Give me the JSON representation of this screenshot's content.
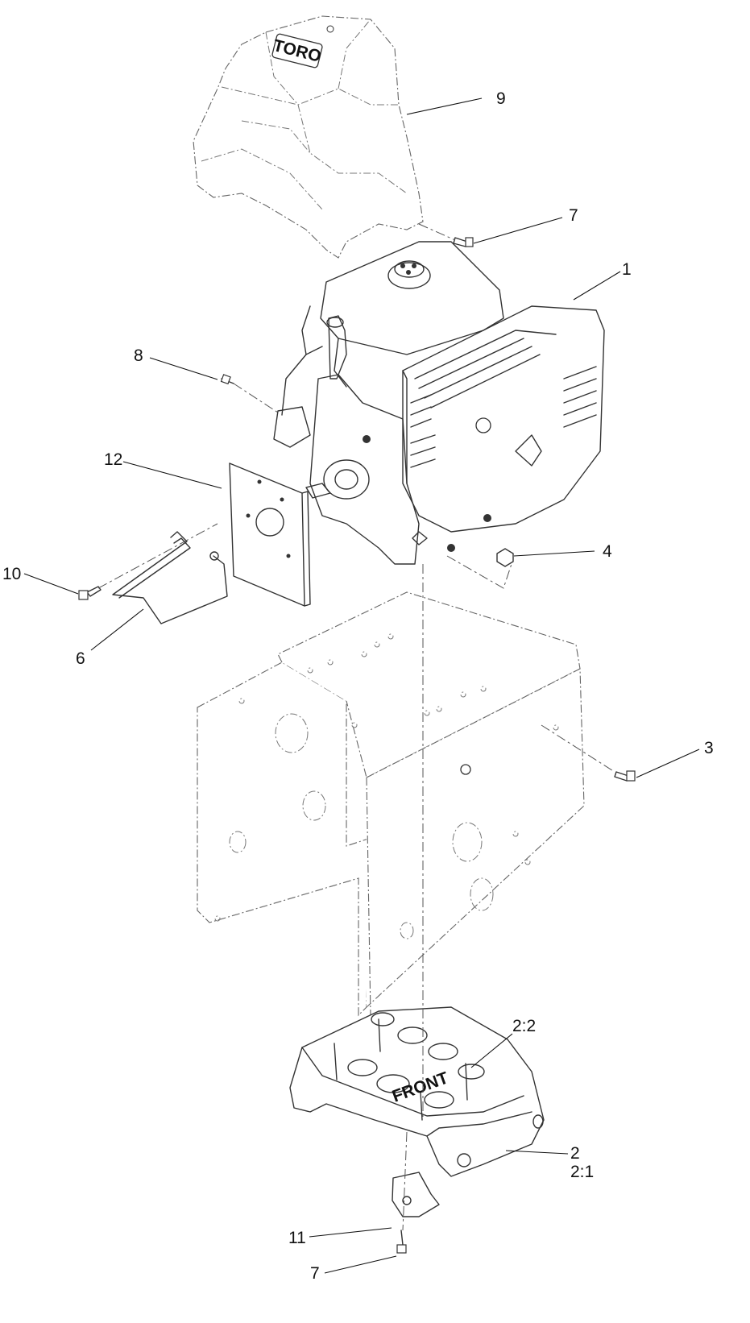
{
  "diagram": {
    "callouts": {
      "c1": "1",
      "c2": "2",
      "c2_1": "2:1",
      "c2_2": "2:2",
      "c3": "3",
      "c4": "4",
      "c6": "6",
      "c7a": "7",
      "c7b": "7",
      "c8": "8",
      "c9": "9",
      "c10": "10",
      "c11": "11",
      "c12": "12"
    },
    "markings": {
      "logo": "TORO",
      "plate": "FRONT"
    }
  }
}
